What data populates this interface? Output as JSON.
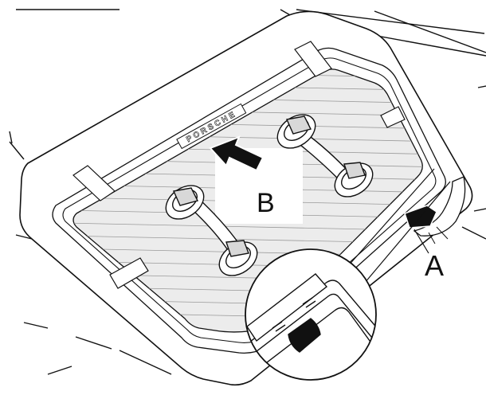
{
  "labels": {
    "a": "A",
    "b": "B"
  },
  "glass_lettering": "PORSCHE",
  "colors": {
    "ink": "#111111",
    "paper": "#ffffff",
    "glass": "#ececec"
  },
  "icons": [
    "suction-cup-lifter-icon",
    "slide-direction-arrow-icon",
    "bend-arrow-icon",
    "magnifier-detail-icon",
    "protective-tape-icon"
  ]
}
